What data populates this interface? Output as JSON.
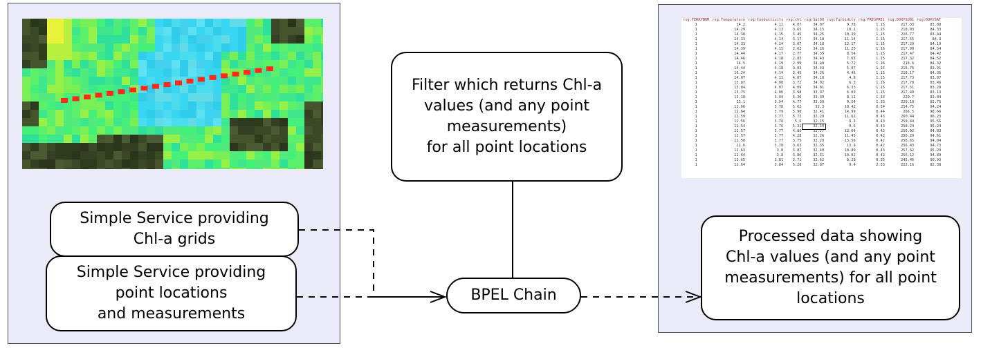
{
  "left_panel": {
    "service_grids": "Simple Service providing\nChl-a grids",
    "service_points": "Simple Service providing\npoint locations\nand measurements"
  },
  "filter": "Filter which returns Chl-a\nvalues (and any point\nmeasurements)\nfor all point locations",
  "bpel": "BPEL Chain",
  "right_panel": {
    "processed": "Processed data showing\nChl-a values (and any point\nmeasurements) for all point\nlocations"
  },
  "table": {
    "headers": [
      "rsg:FERRYNUM",
      "rsg:Temperature",
      "rsg:Conductivity",
      "rsg:chl",
      "rsg:Sal00",
      "rsg:Turbidity",
      "rsg:FRESPRE1",
      "rsg:DOXYSU01",
      "rsg:DOXYSAT"
    ],
    "rows": [
      [
        "1",
        "14.2",
        "4.11",
        "4.07",
        "34.07",
        "9.78",
        "1.15",
        "217.33",
        "83.88"
      ],
      [
        "1",
        "14.29",
        "4.13",
        "3.65",
        "34.15",
        "10.1",
        "1.15",
        "218.03",
        "84.33"
      ],
      [
        "1",
        "14.38",
        "4.15",
        "3.45",
        "34.25",
        "10.39",
        "1.15",
        "216.77",
        "83.44"
      ],
      [
        "1",
        "14.33",
        "4.14",
        "3.17",
        "34.18",
        "11.14",
        "1.15",
        "217.55",
        "84.3"
      ],
      [
        "1",
        "14.33",
        "4.14",
        "3.07",
        "34.18",
        "12.17",
        "1.15",
        "217.29",
        "84.19"
      ],
      [
        "1",
        "14.39",
        "4.15",
        "2.62",
        "34.26",
        "11.25",
        "1.16",
        "217.99",
        "84.54"
      ],
      [
        "1",
        "14.44",
        "4.17",
        "2.77",
        "34.35",
        "8.54",
        "1.15",
        "217.47",
        "84.42"
      ],
      [
        "1",
        "14.46",
        "4.18",
        "2.83",
        "34.43",
        "7.65",
        "1.15",
        "217.32",
        "84.52"
      ],
      [
        "1",
        "14.5",
        "4.19",
        "2.99",
        "34.49",
        "5.72",
        "1.16",
        "216.6",
        "84.32"
      ],
      [
        "1",
        "14.44",
        "4.18",
        "3.03",
        "34.43",
        "5.07",
        "1.15",
        "215.76",
        "83.91"
      ],
      [
        "1",
        "16.24",
        "4.14",
        "3.45",
        "34.26",
        "4.46",
        "1.15",
        "218.17",
        "84.36"
      ],
      [
        "1",
        "14.07",
        "4.11",
        "4.07",
        "34.18",
        "4.8",
        "1.15",
        "217.73",
        "83.87"
      ],
      [
        "1",
        "13.87",
        "4.08",
        "3.72",
        "34.02",
        "6.3",
        "1.16",
        "217.78",
        "83.46"
      ],
      [
        "1",
        "13.84",
        "4.07",
        "4.09",
        "34.01",
        "6.33",
        "1.15",
        "217.51",
        "83.29"
      ],
      [
        "1",
        "13.75",
        "4.06",
        "3.98",
        "33.97",
        "6.03",
        "1.15",
        "217.49",
        "83.13"
      ],
      [
        "1",
        "13.18",
        "3.94",
        "5.36",
        "33.39",
        "8.11",
        "1.34",
        "220.7",
        "83.04"
      ],
      [
        "1",
        "13.1",
        "3.94",
        "4.77",
        "33.39",
        "9.54",
        "1.33",
        "220.18",
        "82.75"
      ],
      [
        "1",
        "12.66",
        "3.78",
        "5.62",
        "32.3",
        "10.42",
        "0.34",
        "254.75",
        "94.24"
      ],
      [
        "1",
        "12.64",
        "3.79",
        "5.98",
        "32.41",
        "14.99",
        "0.44",
        "266.5",
        "98.66"
      ],
      [
        "1",
        "12.59",
        "3.77",
        "5.72",
        "32.29",
        "11.62",
        "0.43",
        "260.44",
        "96.23"
      ],
      [
        "1",
        "12.56",
        "3.76",
        "5.6",
        "32.15",
        "9.3",
        "0.43",
        "259.44",
        "95.56"
      ],
      [
        "1",
        "12.54",
        "3.76",
        "5.31",
        "32.19",
        "9.6",
        "0.43",
        "258.24",
        "95.24"
      ],
      [
        "1",
        "12.57",
        "3.77",
        "4.85",
        "32.27",
        "12.64",
        "0.42",
        "256.92",
        "94.83"
      ],
      [
        "1",
        "12.57",
        "3.77",
        "4.28",
        "32.26",
        "11.45",
        "0.42",
        "256.29",
        "94.61"
      ],
      [
        "1",
        "12.58",
        "3.77",
        "3.75",
        "32.29",
        "13.56",
        "0.42",
        "256.65",
        "94.84"
      ],
      [
        "1",
        "12.6",
        "3.78",
        "3.63",
        "32.35",
        "13.9",
        "0.42",
        "256.43",
        "94.73"
      ],
      [
        "1",
        "12.63",
        "3.8",
        "3.87",
        "32.49",
        "10.89",
        "0.43",
        "257.62",
        "95.29"
      ],
      [
        "1",
        "12.64",
        "3.8",
        "3.86",
        "32.51",
        "10.02",
        "0.42",
        "256.12",
        "94.89"
      ],
      [
        "1",
        "12.65",
        "3.81",
        "3.71",
        "32.62",
        "8.28",
        "0.35",
        "245.46",
        "90.93"
      ],
      [
        "1",
        "12.64",
        "3.84",
        "5.28",
        "32.87",
        "9.4",
        "2.33",
        "222.16",
        "82.38"
      ]
    ]
  }
}
